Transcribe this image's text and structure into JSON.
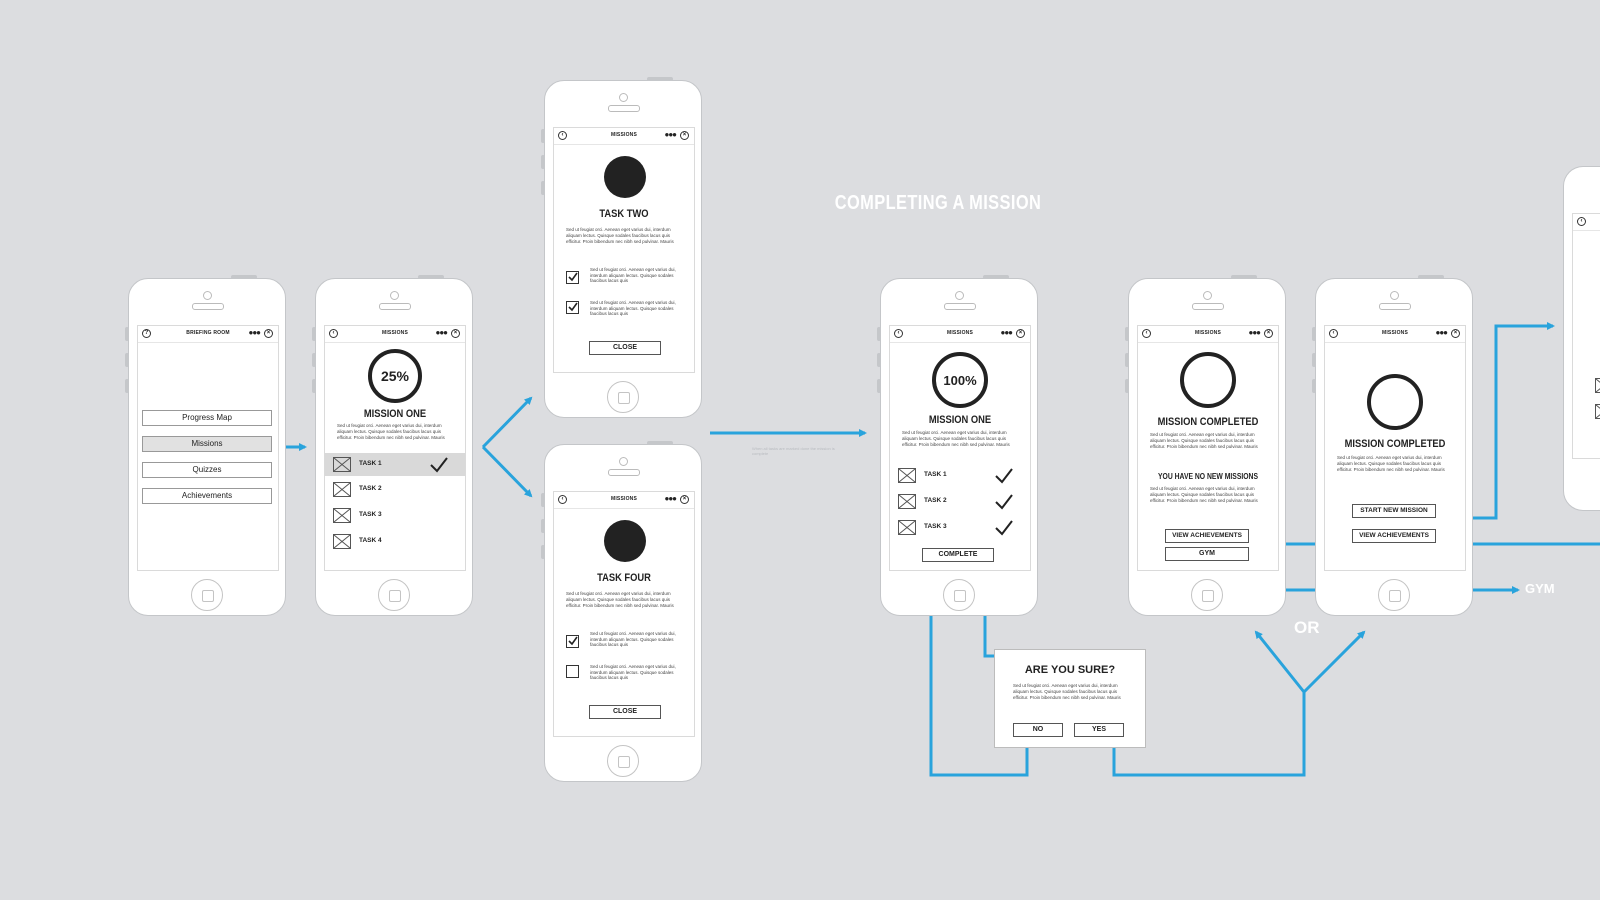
{
  "title": "COMPLETING A MISSION",
  "colors": {
    "background": "#dcdde0",
    "connector": "#29a3dc",
    "ink": "#222222"
  },
  "lorem": "Sed ut feugiat orci. Aenean eget varius dui, interdum aliquam lectus. Quisque sodales faucibus lacus quis efficitur. Proin bibendum nec nibh sed pulvinar. Mauris",
  "lorem_short": "Sed ut feugiat orci. Aenean eget varius dui, interdum aliquam lectus. Quisque sodales faucibus lacus quis",
  "faint_note": "When all tasks are marked done the mission is complete",
  "screens": {
    "briefing": {
      "bar_title": "BRIEFING ROOM",
      "menu": [
        "Progress Map",
        "Missions",
        "Quizzes",
        "Achievements"
      ],
      "selected": "Missions"
    },
    "mission_25": {
      "bar_title": "MISSIONS",
      "percent": "25%",
      "heading": "MISSION ONE",
      "tasks": [
        "TASK 1",
        "TASK 2",
        "TASK 3",
        "TASK 4"
      ]
    },
    "task_two": {
      "bar_title": "MISSIONS",
      "heading": "TASK TWO",
      "close": "CLOSE"
    },
    "task_four": {
      "bar_title": "MISSIONS",
      "heading": "TASK FOUR",
      "close": "CLOSE"
    },
    "mission_100": {
      "bar_title": "MISSIONS",
      "percent": "100%",
      "heading": "MISSION ONE",
      "tasks": [
        "TASK 1",
        "TASK 2",
        "TASK 3"
      ],
      "complete": "COMPLETE"
    },
    "completed_a": {
      "bar_title": "MISSIONS",
      "heading": "MISSION COMPLETED",
      "subheading": "YOU HAVE NO NEW MISSIONS",
      "view_achievements": "VIEW ACHIEVEMENTS",
      "gym": "GYM"
    },
    "completed_b": {
      "bar_title": "MISSIONS",
      "heading": "MISSION COMPLETED",
      "start_new": "START NEW MISSION",
      "view_achievements": "VIEW ACHIEVEMENTS"
    }
  },
  "dialog": {
    "title": "ARE YOU SURE?",
    "no": "NO",
    "yes": "YES"
  },
  "labels": {
    "or": "OR",
    "gym": "GYM"
  }
}
